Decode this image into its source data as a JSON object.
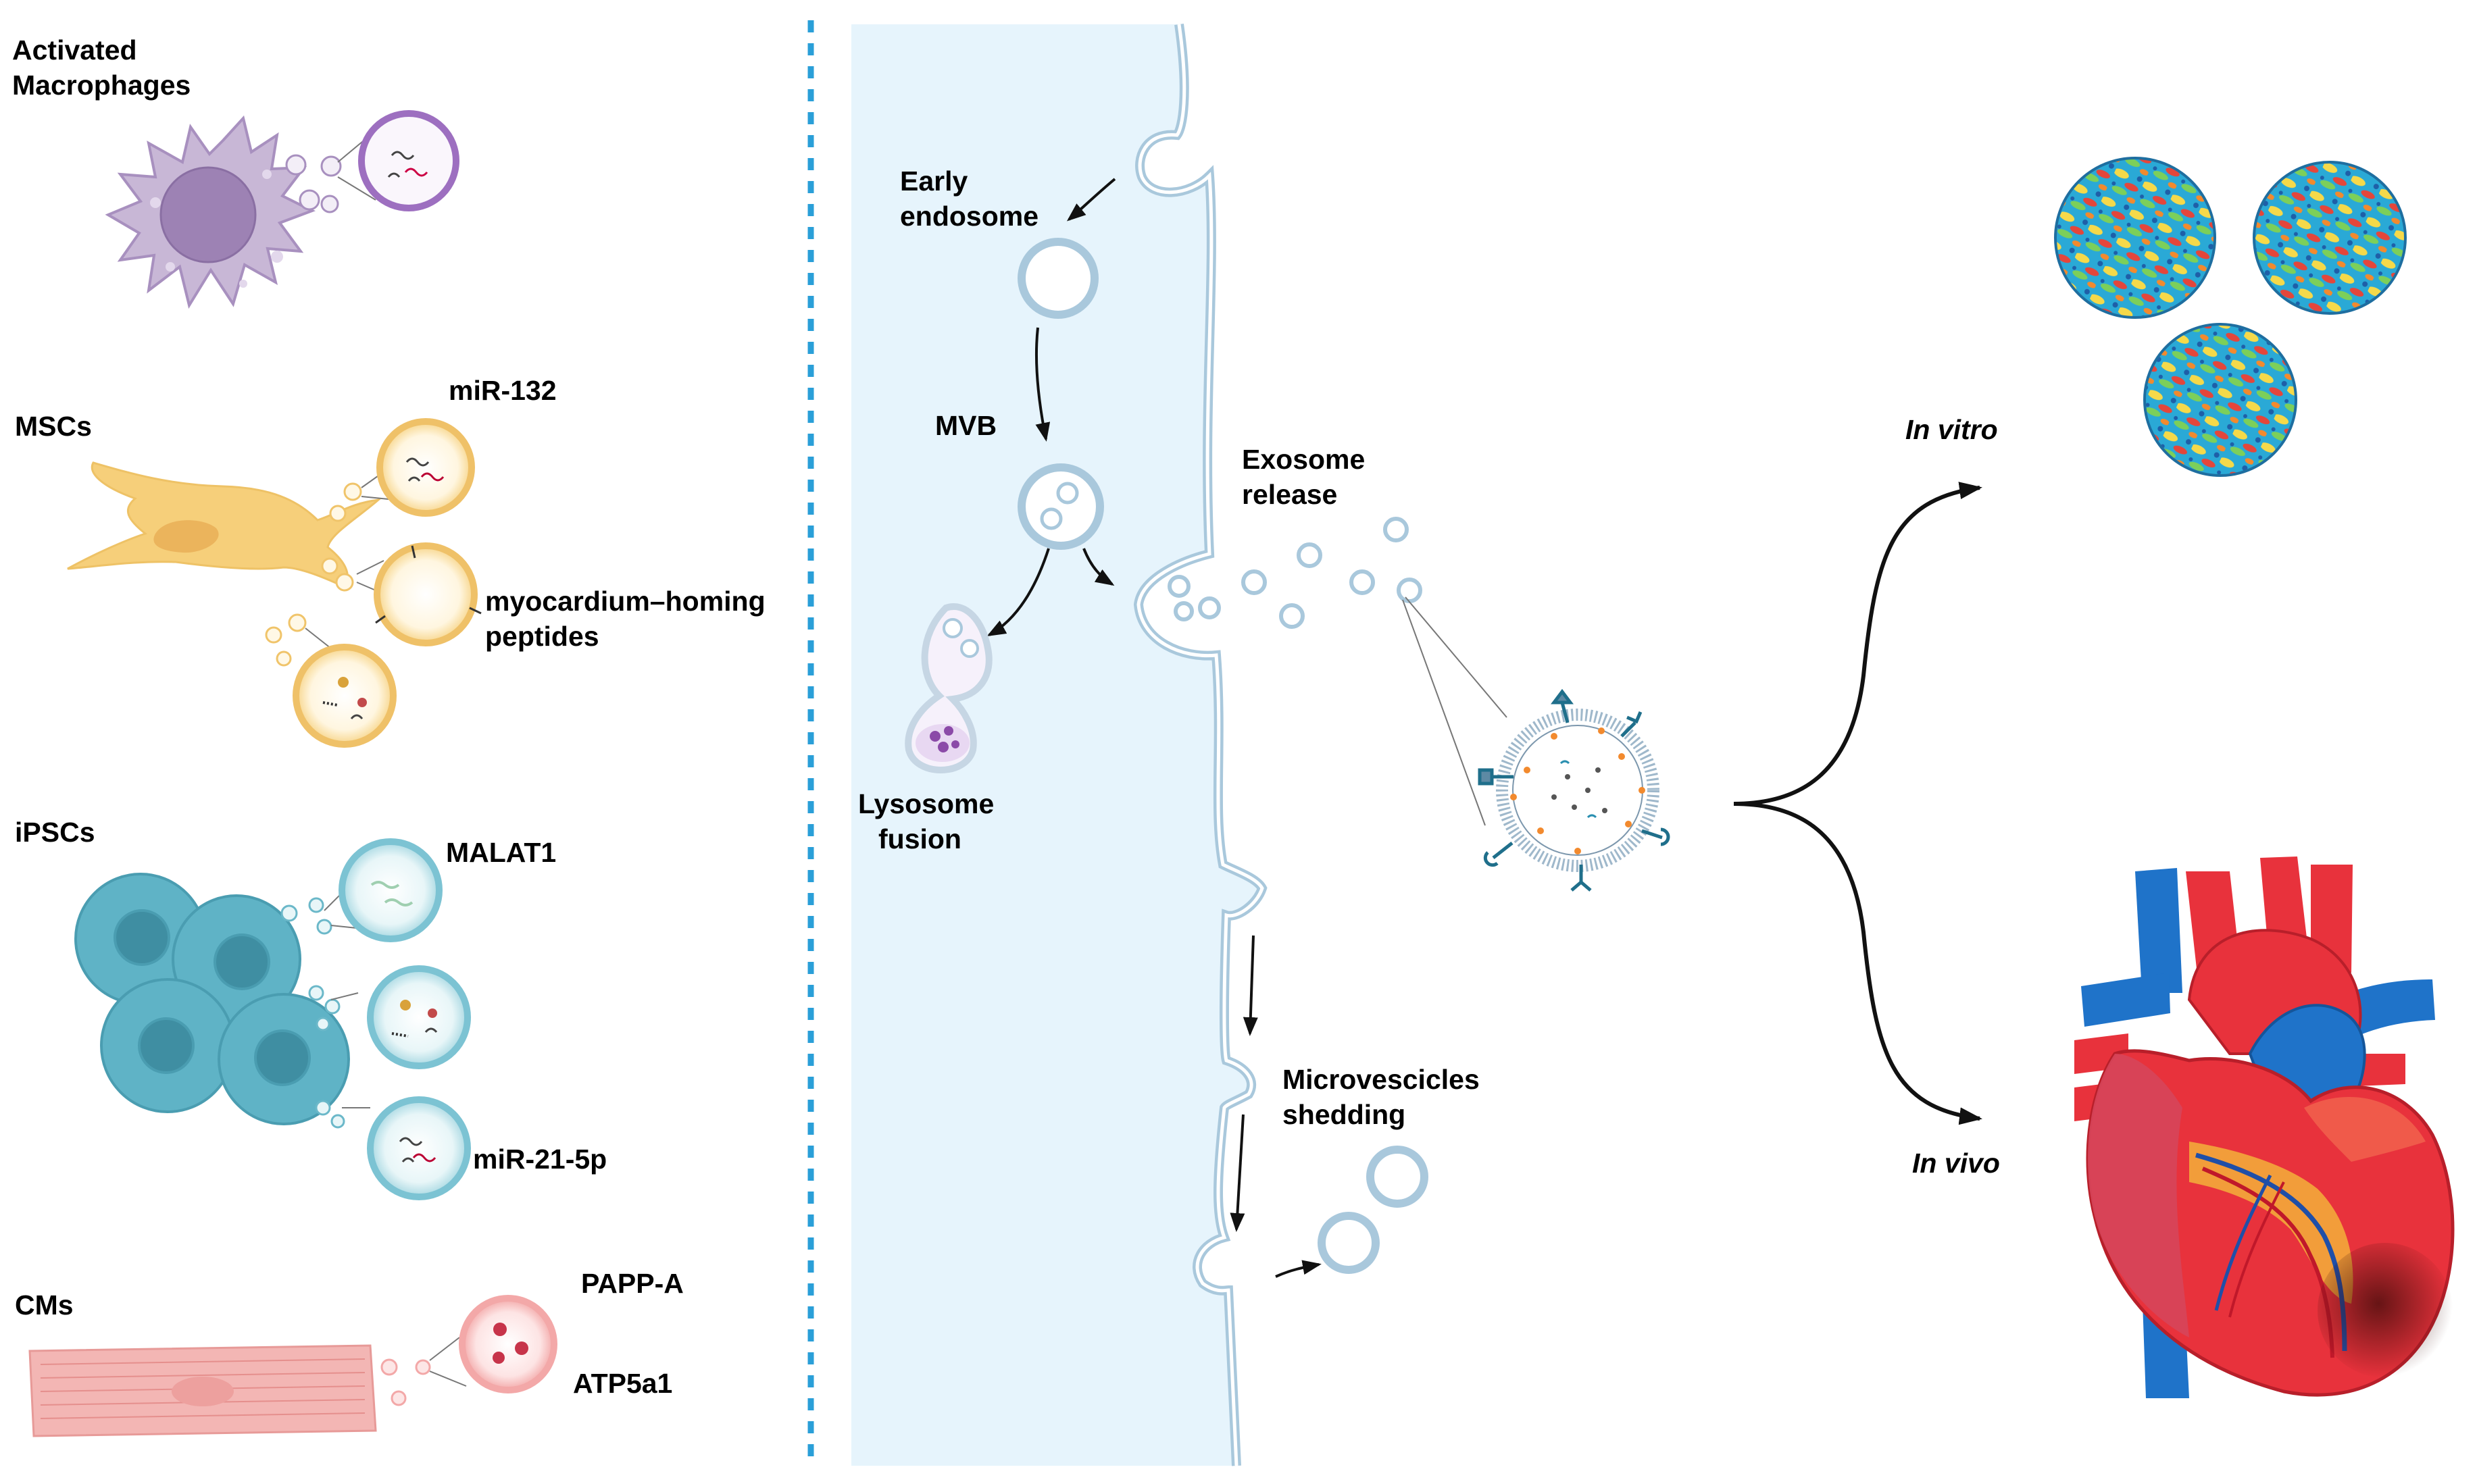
{
  "labels": {
    "macrophages_line1": "Activated",
    "macrophages_line2": "Macrophages",
    "mscs": "MSCs",
    "mir132": "miR-132",
    "homing_line1": "myocardium–homing",
    "homing_line2": "peptides",
    "ipscs": "iPSCs",
    "malat1": "MALAT1",
    "mir21": "miR-21-5p",
    "cms": "CMs",
    "pappa": "PAPP-A",
    "atp5a1": "ATP5a1",
    "early_line1": "Early",
    "early_line2": "endosome",
    "mvb": "MVB",
    "lysosome_line1": "Lysosome",
    "lysosome_line2": "fusion",
    "exosome_line1": "Exosome",
    "exosome_line2": "release",
    "micro_line1": "Microvescicles",
    "micro_line2": "shedding",
    "in_vitro": "In vitro",
    "in_vivo": "In vivo"
  },
  "colors": {
    "macrophage": "#c8b7d6",
    "msc": "#f6cf7a",
    "ipsc": "#5fb3c6",
    "cardiomyocyte": "#f3b6b4",
    "membrane": "#a9c8dc",
    "cytoplasm": "#e6f4fc",
    "divider": "#2a9fd8",
    "heart_red": "#e8323c",
    "heart_blue": "#1f73c9"
  },
  "icons": [
    "macrophage-cell",
    "msc-cell",
    "ipsc-cells",
    "cardiomyocyte",
    "exosome",
    "spheroid",
    "heart",
    "arrow"
  ]
}
